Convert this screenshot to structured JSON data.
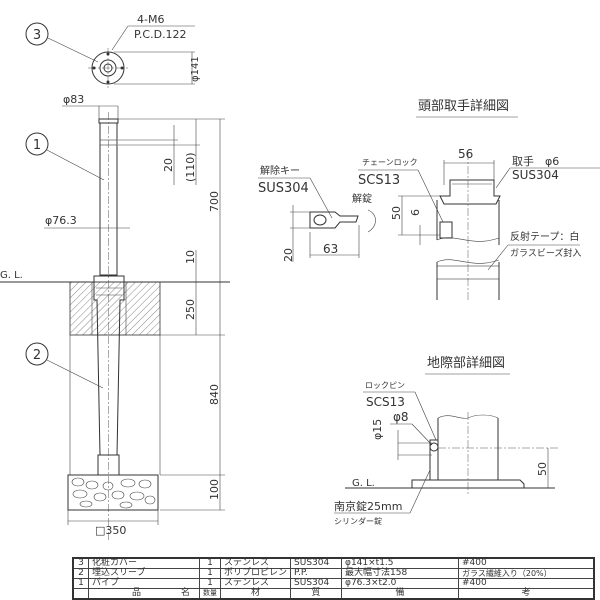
{
  "main_view": {
    "balloon_3": "3",
    "balloon_1": "1",
    "balloon_2": "2",
    "bolt_spec": "4-M6",
    "pcd": "P.C.D.122",
    "dia_cover": "φ141",
    "dia_top": "φ83",
    "dia_pipe": "φ76.3",
    "dim_20": "20",
    "dim_110": "(110)",
    "dim_700": "700",
    "dim_10": "10",
    "dim_250": "250",
    "dim_840": "840",
    "dim_100": "100",
    "base_size": "□350",
    "gl": "G. L."
  },
  "head_detail": {
    "title": "頭部取手詳細図",
    "key_label": "解除キー",
    "key_material": "SUS304",
    "unlock": "解錠",
    "dim_20": "20",
    "dim_63": "63",
    "chain_lock": "チェーンロック",
    "chain_material": "SCS13",
    "dim_56": "56",
    "dim_50": "50",
    "dim_6": "6",
    "handle": "取手　φ6",
    "handle_material": "SUS304",
    "tape": "反射テープ：白",
    "tape_note": "ガラスビーズ封入"
  },
  "ground_detail": {
    "title": "地際部詳細図",
    "lock_pin": "ロックピン",
    "pin_material": "SCS13",
    "dia_8": "φ8",
    "dia_15": "φ15",
    "dim_50": "50",
    "gl": "G. L.",
    "lock": "南京錠25mm",
    "lock_type": "シリンダー錠"
  },
  "parts_table": {
    "rows": [
      {
        "no": "3",
        "name": "化粧カバー",
        "qty": "1",
        "material": "ステンレス",
        "grade": "SUS304",
        "dims": "φ141×t1.5",
        "note": "#400"
      },
      {
        "no": "2",
        "name": "埋込スリーブ",
        "qty": "1",
        "material": "ポリプロピレン",
        "grade": "P.P.",
        "dims": "最大幅寸法158",
        "note": "ガラス繊維入り（20%）"
      },
      {
        "no": "1",
        "name": "パイプ",
        "qty": "1",
        "material": "ステンレス",
        "grade": "SUS304",
        "dims": "φ76.3×t2.0",
        "note": "#400"
      }
    ],
    "header": {
      "name_a": "品",
      "name_b": "名",
      "qty": "数量",
      "mat_a": "材",
      "mat_b": "質",
      "rem_a": "備",
      "rem_b": "考"
    }
  }
}
